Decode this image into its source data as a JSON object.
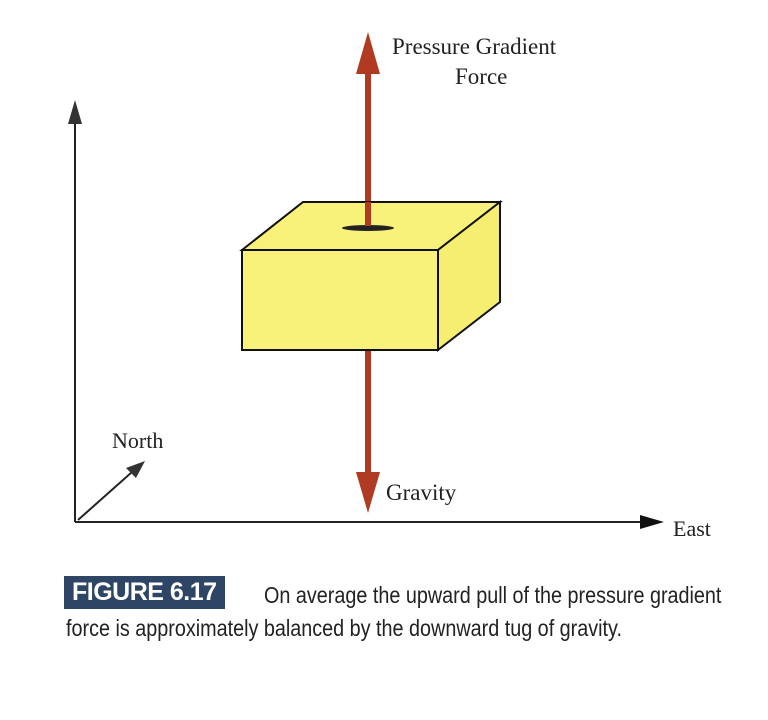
{
  "labels": {
    "pgf_line1": "Pressure Gradient",
    "pgf_line2": "Force",
    "gravity": "Gravity",
    "north": "North",
    "east": "East"
  },
  "caption": {
    "figure_label": "FIGURE 6.17",
    "line1": "On average the upward pull of the pressure gradient",
    "line2": "force is approximately balanced by the downward tug of gravity."
  },
  "colors": {
    "arrow": "#b03a22",
    "cube": "#f8f17a",
    "badge": "#2e4566"
  }
}
